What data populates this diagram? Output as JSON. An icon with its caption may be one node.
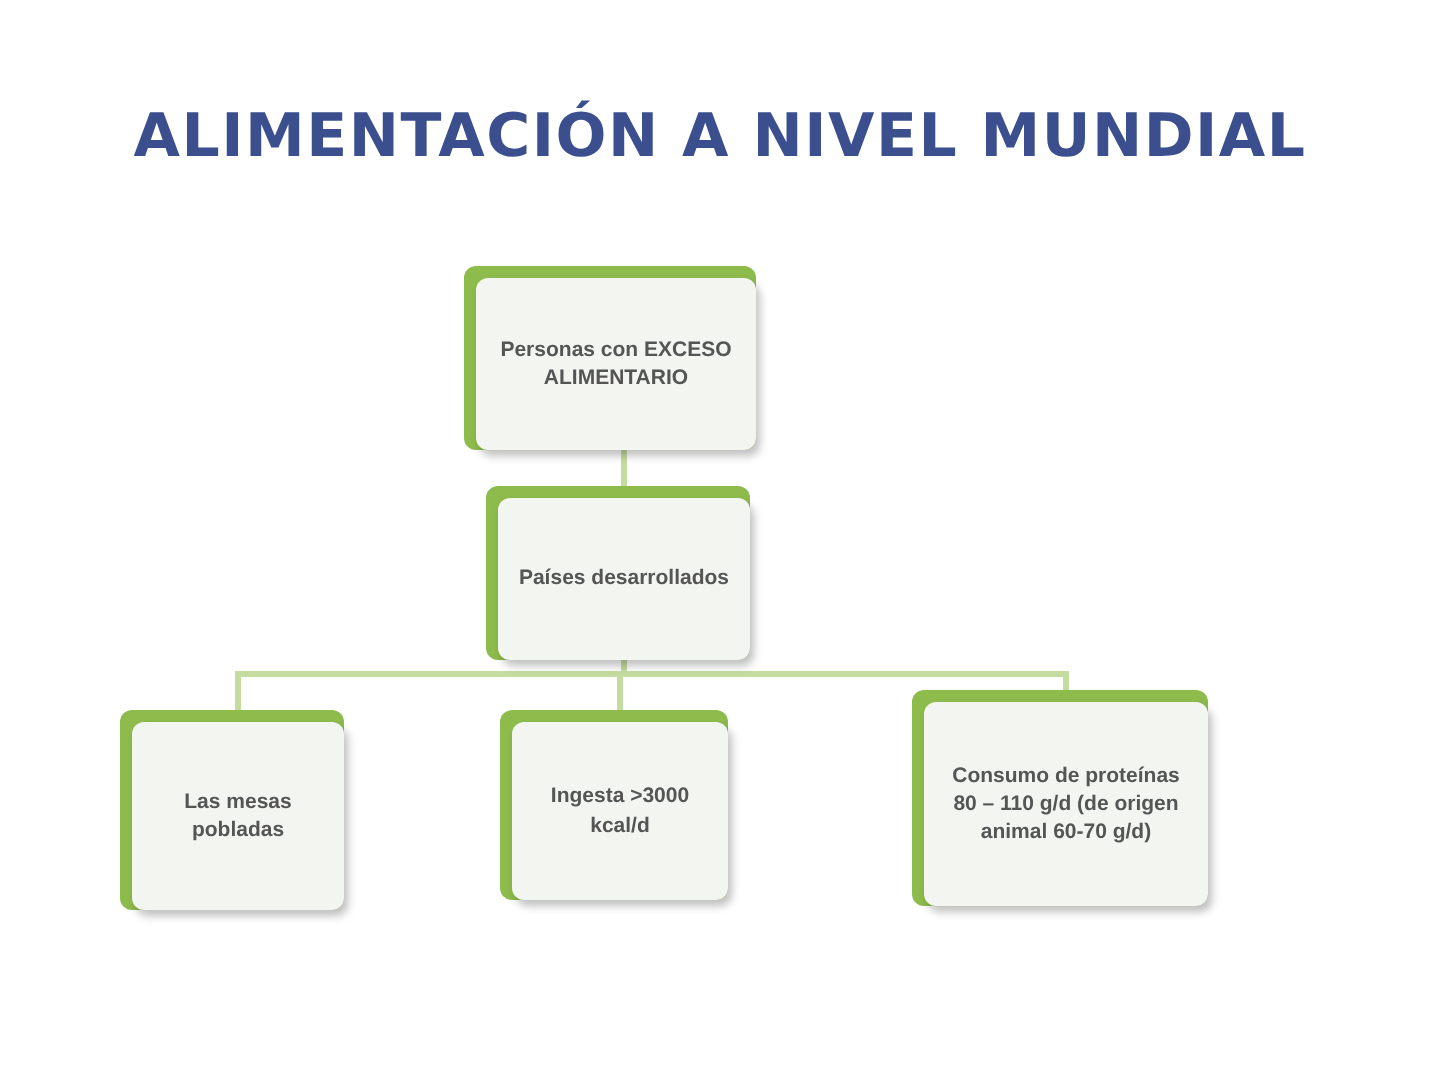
{
  "diagram": {
    "title": "ALIMENTACIÓN A NIVEL MUNDIAL",
    "nodes": [
      {
        "text": [
          "Personas con EXCESO ALIMENTARIO"
        ]
      },
      {
        "text": [
          "Países desarrollados"
        ]
      },
      {
        "text": [
          "Las mesas pobladas"
        ]
      },
      {
        "text": [
          "Ingesta >3000 kcal/d"
        ]
      },
      {
        "text": [
          "Consumo de proteínas 80 – 110 g/d (de origen animal 60-70 g/d)"
        ]
      }
    ],
    "edges": [
      {
        "from": 0,
        "to": 1,
        "arrow": "none"
      },
      {
        "from": 1,
        "to": 2,
        "arrow": "none"
      },
      {
        "from": 1,
        "to": 3,
        "arrow": "none"
      },
      {
        "from": 1,
        "to": 4,
        "arrow": "none"
      }
    ]
  }
}
